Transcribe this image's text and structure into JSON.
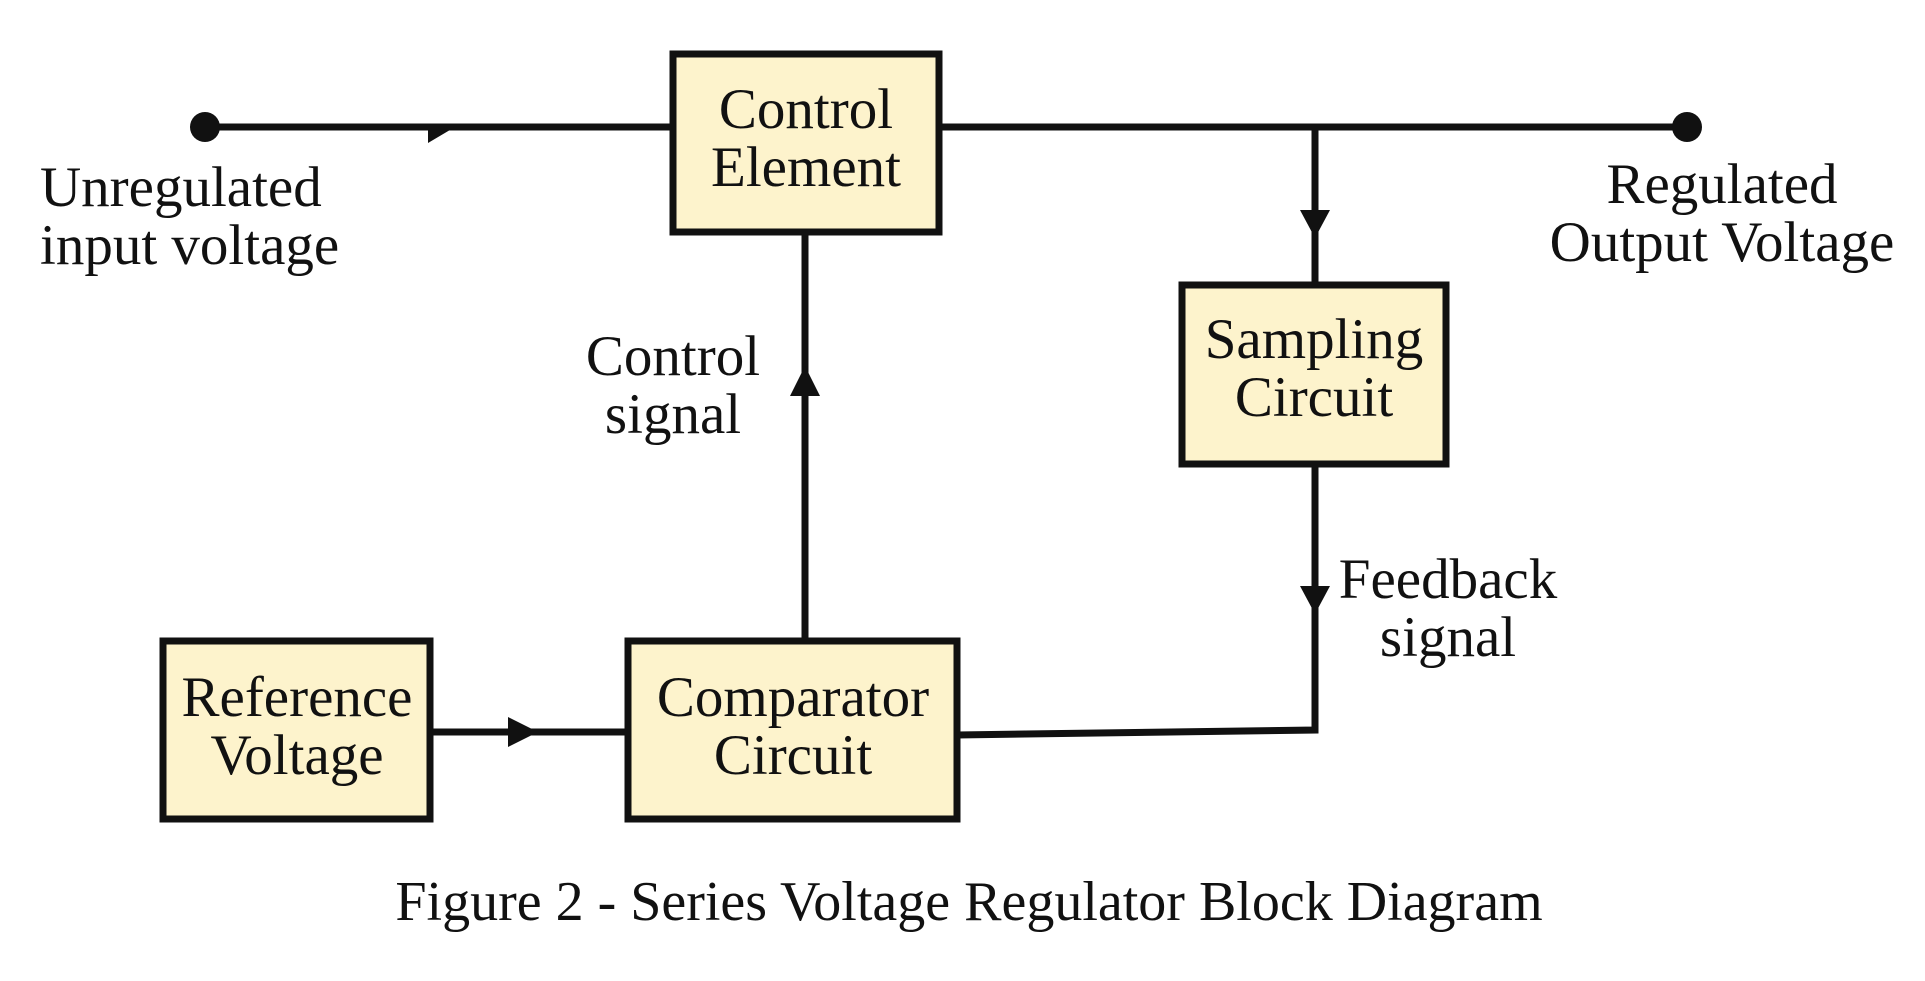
{
  "blocks": {
    "control_element": {
      "line1": "Control",
      "line2": "Element"
    },
    "sampling_circuit": {
      "line1": "Sampling",
      "line2": "Circuit"
    },
    "reference_voltage": {
      "line1": "Reference",
      "line2": "Voltage"
    },
    "comparator_circuit": {
      "line1": "Comparator",
      "line2": "Circuit"
    }
  },
  "labels": {
    "input": {
      "line1": "Unregulated",
      "line2": "input voltage"
    },
    "output": {
      "line1": "Regulated",
      "line2": "Output Voltage"
    },
    "control_signal": {
      "line1": "Control",
      "line2": "signal"
    },
    "feedback_signal": {
      "line1": "Feedback",
      "line2": "signal"
    }
  },
  "caption": "Figure 2 - Series Voltage Regulator Block Diagram",
  "colors": {
    "block_fill": "#fdf3cc",
    "line": "#111111"
  }
}
